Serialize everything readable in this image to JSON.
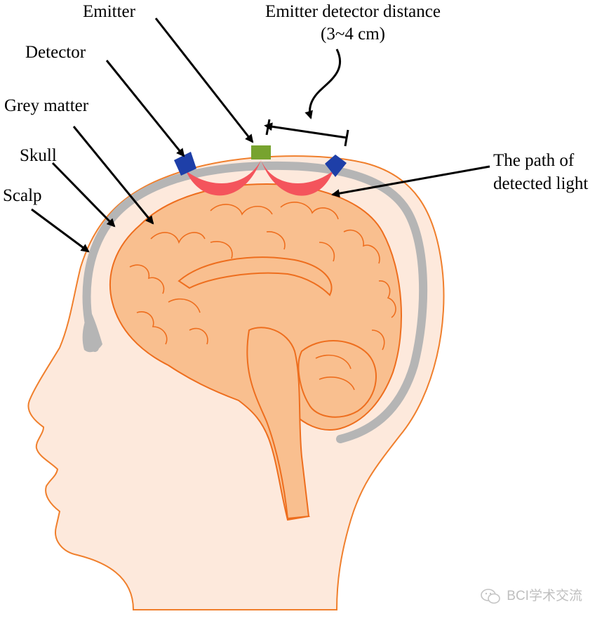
{
  "labels": {
    "emitter": "Emitter",
    "distance_line1": "Emitter detector distance",
    "distance_line2": "(3~4 cm)",
    "detector": "Detector",
    "grey_matter": "Grey matter",
    "skull": "Skull",
    "scalp": "Scalp",
    "light_path_line1": "The path of",
    "light_path_line2": "detected light"
  },
  "watermark": {
    "text": "BCI学术交流"
  },
  "colors": {
    "skin": "#fde9dc",
    "skin_outline": "#f07f2c",
    "skull": "#b5b5b5",
    "brain": "#f9bf8f",
    "brain_outline": "#ee6e1e",
    "light_path": "#f4545c",
    "emitter": "#77a32f",
    "detector": "#1e3fa8",
    "arrow": "#000000"
  }
}
